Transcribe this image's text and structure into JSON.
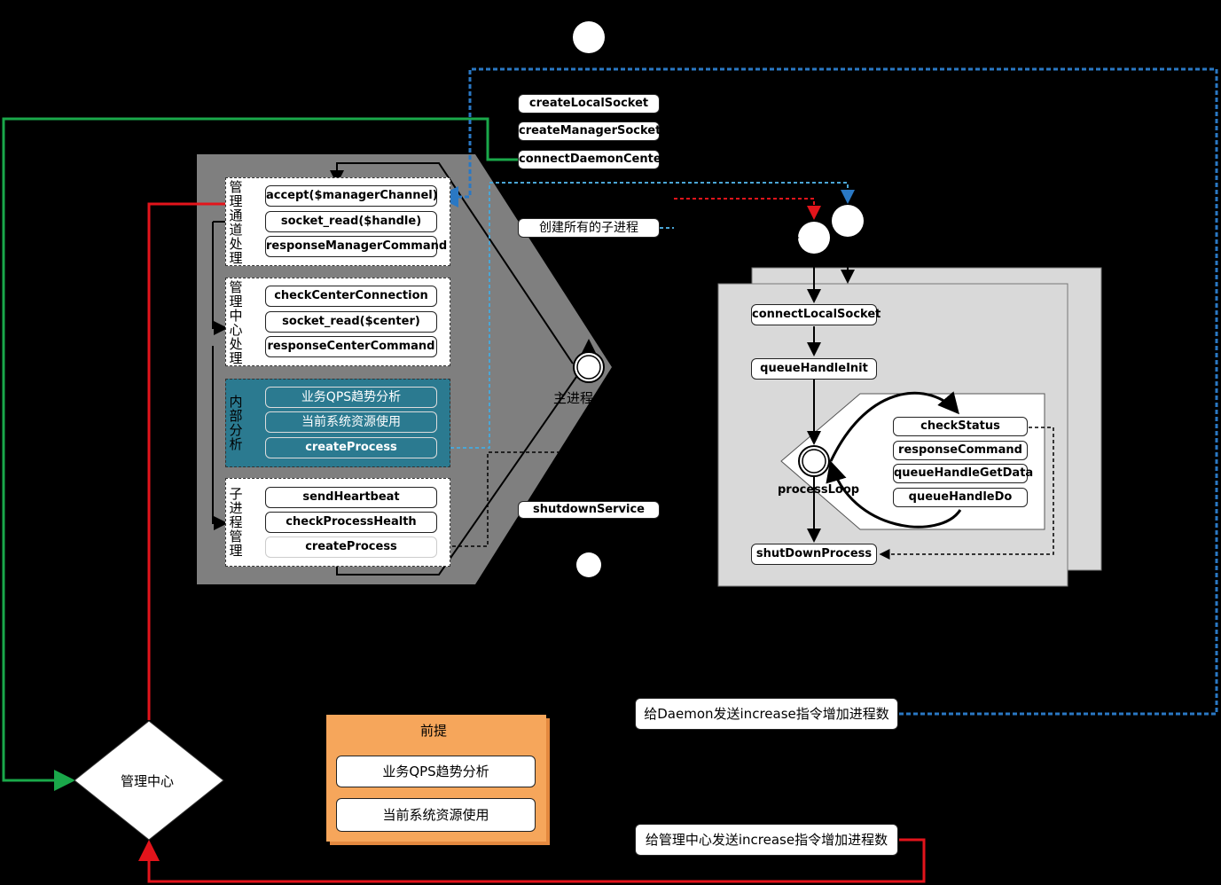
{
  "top_section_left": "",
  "top_section_right": "",
  "bottom_section_left": "",
  "bottom_section_mid": "",
  "daemon_steps": [
    "createLocalSocket",
    "createManagerSocket",
    "connectDaemonCenter"
  ],
  "create_all_children": "创建所有的子进程",
  "shutdown_service": "shutdownService",
  "main_process_label": "主进程",
  "groups": [
    {
      "label": "管理通道处理",
      "items": [
        "accept($managerChannel)",
        "socket_read($handle)",
        "responseManagerCommand"
      ]
    },
    {
      "label": "管理中心处理",
      "items": [
        "checkCenterConnection",
        "socket_read($center)",
        "responseCenterCommand"
      ]
    },
    {
      "label": "内部分析",
      "items": [
        "业务QPS趋势分析",
        "当前系统资源使用",
        "createProcess"
      ]
    },
    {
      "label": "子进程管理",
      "items": [
        "sendHeartbeat",
        "checkProcessHealth",
        "createProcess"
      ]
    }
  ],
  "child_process": {
    "steps": [
      "connectLocalSocket",
      "queueHandleInit",
      "shutDownProcess"
    ],
    "loop_label": "processLoop",
    "loop_items": [
      "checkStatus",
      "responseCommand",
      "queueHandleGetData",
      "queueHandleDo"
    ]
  },
  "premise": {
    "title": "前提",
    "items": [
      "业务QPS趋势分析",
      "当前系统资源使用"
    ]
  },
  "management_center": "管理中心",
  "send_daemon": "给Daemon发送increase指令增加进程数",
  "send_center": "给管理中心发送increase指令增加进程数",
  "colors": {
    "green": "#1aa84a",
    "red": "#e3141b",
    "blue": "#2a78c4",
    "teal": "#2b7a90",
    "orange": "#f6a65b"
  }
}
